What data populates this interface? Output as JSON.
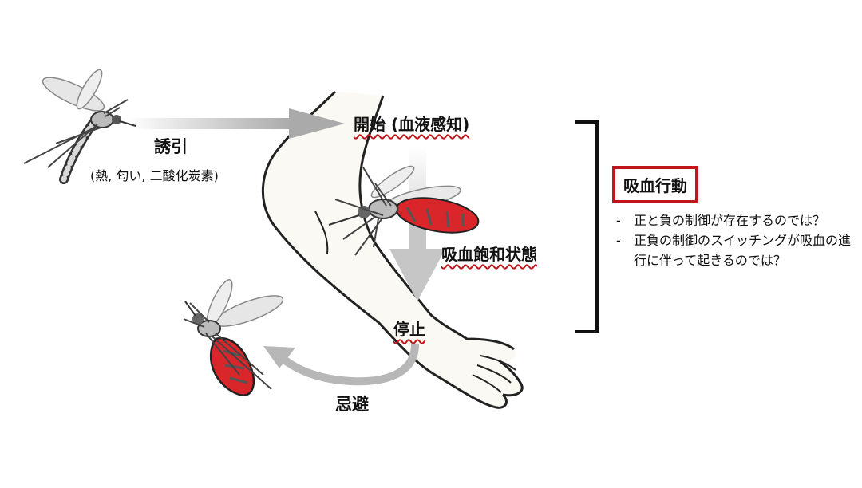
{
  "labels": {
    "start": "開始 (血液感知)",
    "satiety": "吸血飽和状態",
    "stop": "停止",
    "attract": "誘引",
    "cues": "(熱, 匂い, 二酸化炭素)",
    "avoid": "忌避"
  },
  "behavior": {
    "title": "吸血行動",
    "notes": [
      {
        "dash": "-",
        "text": "正と負の制御が存在するのでは？"
      },
      {
        "dash": "-",
        "text": "正負の制御のスイッチングが吸血の進行に伴って起きるのでは？"
      }
    ]
  },
  "colors": {
    "accent_red": "#c0161b",
    "blood_red": "#d9262b",
    "arrow_gray": "#b7b7b7",
    "skin": "#fbf9f4",
    "outline": "#222222"
  }
}
